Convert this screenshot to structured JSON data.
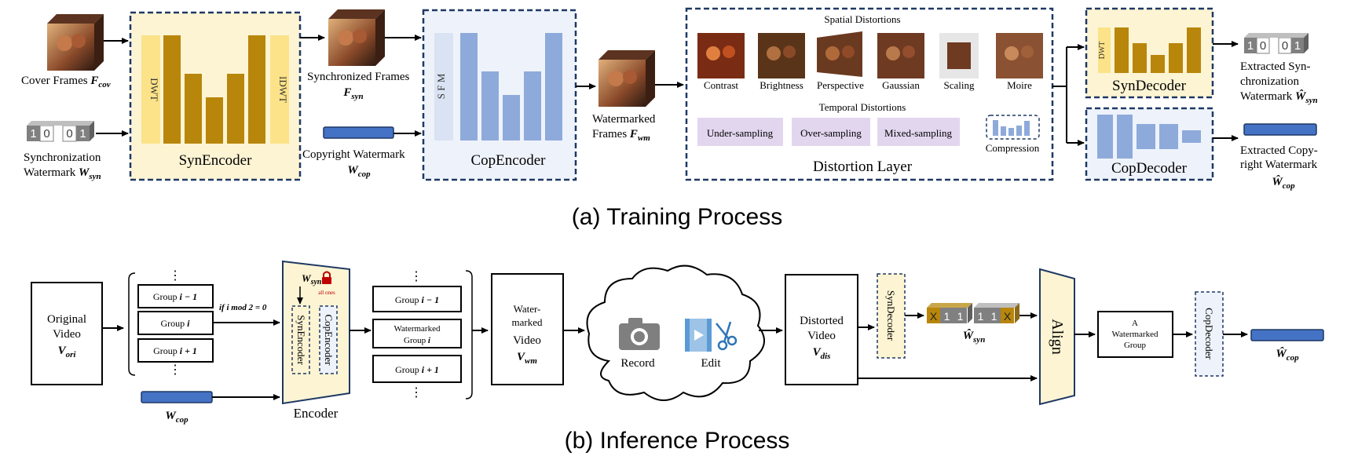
{
  "training": {
    "caption": "(a) Training Process",
    "cover_frames": {
      "label": "Cover Frames",
      "sym": "F",
      "sub": "cov"
    },
    "sync_watermark": {
      "label_line1": "Synchronization",
      "label_line2": "Watermark",
      "sym": "W",
      "sub": "syn",
      "bits": [
        "1",
        "0",
        "0",
        "1"
      ]
    },
    "synencoder": {
      "label": "SynEncoder",
      "dwt": "DWT",
      "idwt": "IDWT"
    },
    "synchronized_frames": {
      "label": "Synchronized Frames",
      "sym": "F",
      "sub": "syn"
    },
    "copyright_watermark": {
      "label": "Copyright Watermark",
      "sym": "W",
      "sub": "cop"
    },
    "copencoder": {
      "label": "CopEncoder",
      "sfm": "S F M"
    },
    "watermarked_frames": {
      "label_line1": "Watermarked",
      "label_line2": "Frames",
      "sym": "F",
      "sub": "wm"
    },
    "distortion_layer": {
      "label": "Distortion Layer",
      "spatial_title": "Spatial Distortions",
      "spatial": [
        "Contrast",
        "Brightness",
        "Perspective",
        "Gaussian",
        "Scaling",
        "Moire"
      ],
      "temporal_title": "Temporal Distortions",
      "temporal": [
        "Under-sampling",
        "Over-sampling",
        "Mixed-sampling"
      ],
      "compression": "Compression"
    },
    "syndecoder": {
      "label": "SynDecoder",
      "dwt": "DWT"
    },
    "copdecoder": {
      "label": "CopDecoder"
    },
    "extracted_sync": {
      "line1": "Extracted Syn-",
      "line2": "chronization",
      "line3": "Watermark",
      "sym": "Ŵ",
      "sub": "syn",
      "bits": [
        "1",
        "0",
        "0",
        "1"
      ]
    },
    "extracted_cop": {
      "line1": "Extracted Copy-",
      "line2": "right Watermark",
      "sym": "Ŵ",
      "sub": "cop"
    }
  },
  "inference": {
    "caption": "(b) Inference Process",
    "original_video": {
      "line1": "Original",
      "line2": "Video",
      "sym": "V",
      "sub": "ori"
    },
    "groups": {
      "top": "Group",
      "top_idx": "i − 1",
      "mid": "Group",
      "mid_idx": "i",
      "bot": "Group",
      "bot_idx": "i + 1",
      "dots": "⋮"
    },
    "condition": "if i mod 2 = 0",
    "encoder": {
      "label": "Encoder",
      "w_sym": "W",
      "w_sub": "syn",
      "all_ones": "all ones",
      "syn": "SynEncoder",
      "cop": "CopEncoder"
    },
    "w_cop": {
      "sym": "W",
      "sub": "cop"
    },
    "out_groups": {
      "top": "Group",
      "top_idx": "i − 1",
      "mid_line1": "Watermarked",
      "mid_line2": "Group",
      "mid_idx": "i",
      "bot": "Group",
      "bot_idx": "i + 1"
    },
    "watermarked_video": {
      "line1": "Water-",
      "line2": "marked",
      "line3": "Video",
      "sym": "V",
      "sub": "wm"
    },
    "cloud": {
      "record": "Record",
      "edit": "Edit"
    },
    "distorted_video": {
      "line1": "Distorted",
      "line2": "Video",
      "sym": "V",
      "sub": "dis"
    },
    "syndecoder": "SynDecoder",
    "w_syn_hat": {
      "sym": "Ŵ",
      "sub": "syn",
      "bits": [
        "X",
        "1",
        "1",
        "1",
        "1",
        "X"
      ]
    },
    "align": "Align",
    "a_group": {
      "line1": "A",
      "line2": "Watermarked",
      "line3": "Group"
    },
    "copdecoder": "CopDecoder",
    "w_cop_hat": {
      "sym": "Ŵ",
      "sub": "cop"
    }
  },
  "colors": {
    "gold": "#b8860b",
    "gold_light": "#fce38a",
    "blue": "#8eaadb",
    "blue_light": "#dae3f3",
    "navy": "#1f3864",
    "purple": "#e2d6ef",
    "cream": "#fdf4d3",
    "wm_blue": "#4472c4"
  }
}
